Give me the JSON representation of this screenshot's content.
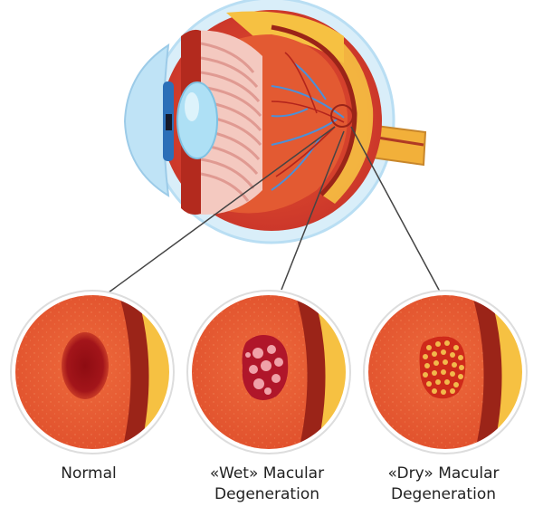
{
  "labels": {
    "normal": "Normal",
    "wet_line1": "«Wet» Macular",
    "wet_line2": "Degeneration",
    "dry_line1": "«Dry» Macular",
    "dry_line2": "Degeneration"
  },
  "colors": {
    "retina": "#e35a32",
    "retina_dark": "#c43a22",
    "choroid": "#9b2418",
    "fat": "#f6c142",
    "macula_normal": "#9e1015",
    "wet_blob": "#b0162a",
    "dry_blob": "#cf2a1a",
    "drusen": "#f2b84b",
    "cornea": "#bfe3f6",
    "iris": "#2b6fb8",
    "vessel": "#4a90d9"
  }
}
